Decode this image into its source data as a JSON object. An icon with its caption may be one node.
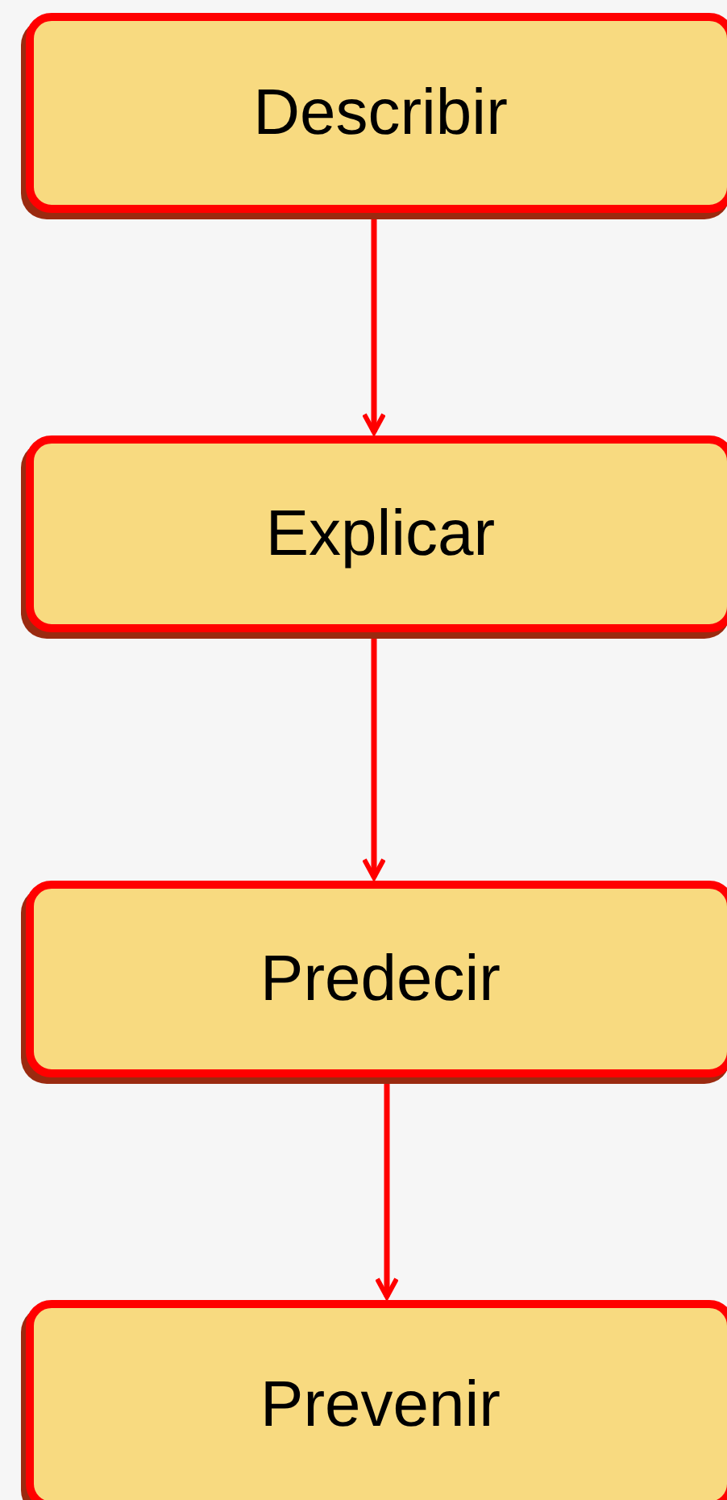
{
  "diagram": {
    "nodes": [
      {
        "text": [
          "Describir"
        ]
      },
      {
        "text": [
          "Explicar"
        ]
      },
      {
        "text": [
          "Predecir"
        ]
      },
      {
        "text": [
          "Prevenir"
        ]
      }
    ],
    "edges": [
      {
        "from": 0,
        "to": 1,
        "arrow": "to"
      },
      {
        "from": 1,
        "to": 2,
        "arrow": "to"
      },
      {
        "from": 2,
        "to": 3,
        "arrow": "to"
      }
    ]
  }
}
